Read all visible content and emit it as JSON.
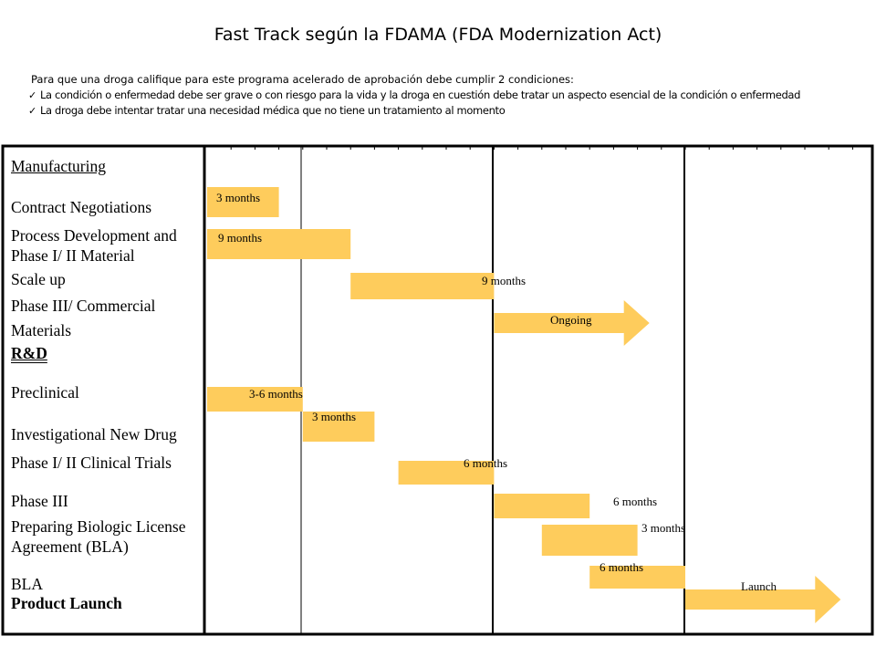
{
  "title": "Fast Track según la FDAMA (FDA Modernization Act)",
  "intro": {
    "lead": "Para que una droga califique para este programa acelerado de aprobación debe cumplir 2 condiciones:",
    "conditions": [
      "La condición o enfermedad debe ser grave o con riesgo para la vida y la droga en cuestión debe tratar un aspecto esencial de la condición o enfermedad",
      "La droga debe intentar tratar una necesidad médica que no tiene un tratamiento al momento"
    ]
  },
  "colors": {
    "bar": "#FECC5C",
    "grid": "#000000"
  },
  "labels": {
    "manufacturing": "Manufacturing",
    "contract_negotiations": "Contract Negotiations",
    "process_dev_1": "Process Development and",
    "process_dev_2": "Phase I/ II Material",
    "scale_up": "Scale up",
    "phase3_commercial_1": "Phase III/ Commercial",
    "phase3_commercial_2": "Materials",
    "rnd": "R&D",
    "preclinical": "Preclinical",
    "ind": "Investigational New Drug",
    "phase12_trials": "Phase I/ II Clinical Trials",
    "phase3": "Phase III",
    "preparing_bla_1": "Preparing Biologic License",
    "preparing_bla_2": "Agreement (BLA)",
    "bla": "BLA",
    "product_launch": "Product Launch"
  },
  "chart_data": {
    "type": "gantt",
    "tasks": [
      {
        "task": "Contract Negotiations",
        "start": 0,
        "end": 3,
        "label": "3 months"
      },
      {
        "task": "Process Development and Phase I/ II Material",
        "start": 0,
        "end": 6,
        "label": "9 months"
      },
      {
        "task": "Scale up",
        "start": 6,
        "end": 12,
        "label": "9 months"
      },
      {
        "task": "Phase III/ Commercial Materials",
        "start": 12,
        "end": 18.5,
        "label": "Ongoing",
        "shape": "arrow"
      },
      {
        "task": "Preclinical",
        "start": 0,
        "end": 4,
        "label": "3-6 months"
      },
      {
        "task": "Investigational New Drug",
        "start": 4,
        "end": 7,
        "label": "3 months"
      },
      {
        "task": "Phase I/ II Clinical Trials",
        "start": 8,
        "end": 12,
        "label": "6 months"
      },
      {
        "task": "Phase III",
        "start": 12,
        "end": 16,
        "label": "6 months"
      },
      {
        "task": "Preparing Biologic License Agreement (BLA)",
        "start": 14,
        "end": 18,
        "label": "3 months"
      },
      {
        "task": "BLA",
        "start": 16,
        "end": 20,
        "label": "6 months"
      },
      {
        "task": "Product Launch",
        "start": 20,
        "end": 26.5,
        "label": "Launch",
        "shape": "arrow"
      }
    ]
  }
}
